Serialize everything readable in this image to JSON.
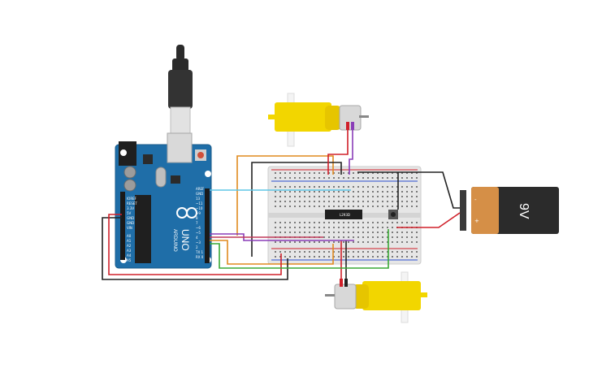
{
  "arduino": {
    "brand": "ARDUINO",
    "model": "UNO",
    "power_pins": [
      "IOREF",
      "RESET",
      "3.3V",
      "5V",
      "GND",
      "GND",
      "VIN"
    ],
    "analog_pins": [
      "A0",
      "A1",
      "A2",
      "A3",
      "A4",
      "A5"
    ],
    "digital_pins": [
      "AREF",
      "GND",
      "13",
      "~11",
      "~10",
      "~9",
      "8",
      "7",
      "~6",
      "~5",
      "4",
      "~3",
      "2",
      "TX 1",
      "RX 0"
    ]
  },
  "ic_chip": {
    "label": "L293D"
  },
  "battery": {
    "label": "9V",
    "minus": "-",
    "plus": "+"
  },
  "colors": {
    "board": "#1f6ea8",
    "breadboard": "#e6e6e6",
    "motor_yellow": "#f2d600",
    "battery_body": "#2b2b2b",
    "battery_cap": "#d58f47",
    "wire_red": "#d0202a",
    "wire_black": "#222222",
    "wire_orange": "#e08a1e",
    "wire_green": "#3aa935",
    "wire_purple": "#8a3db8",
    "wire_cyan": "#5ec6e6"
  }
}
